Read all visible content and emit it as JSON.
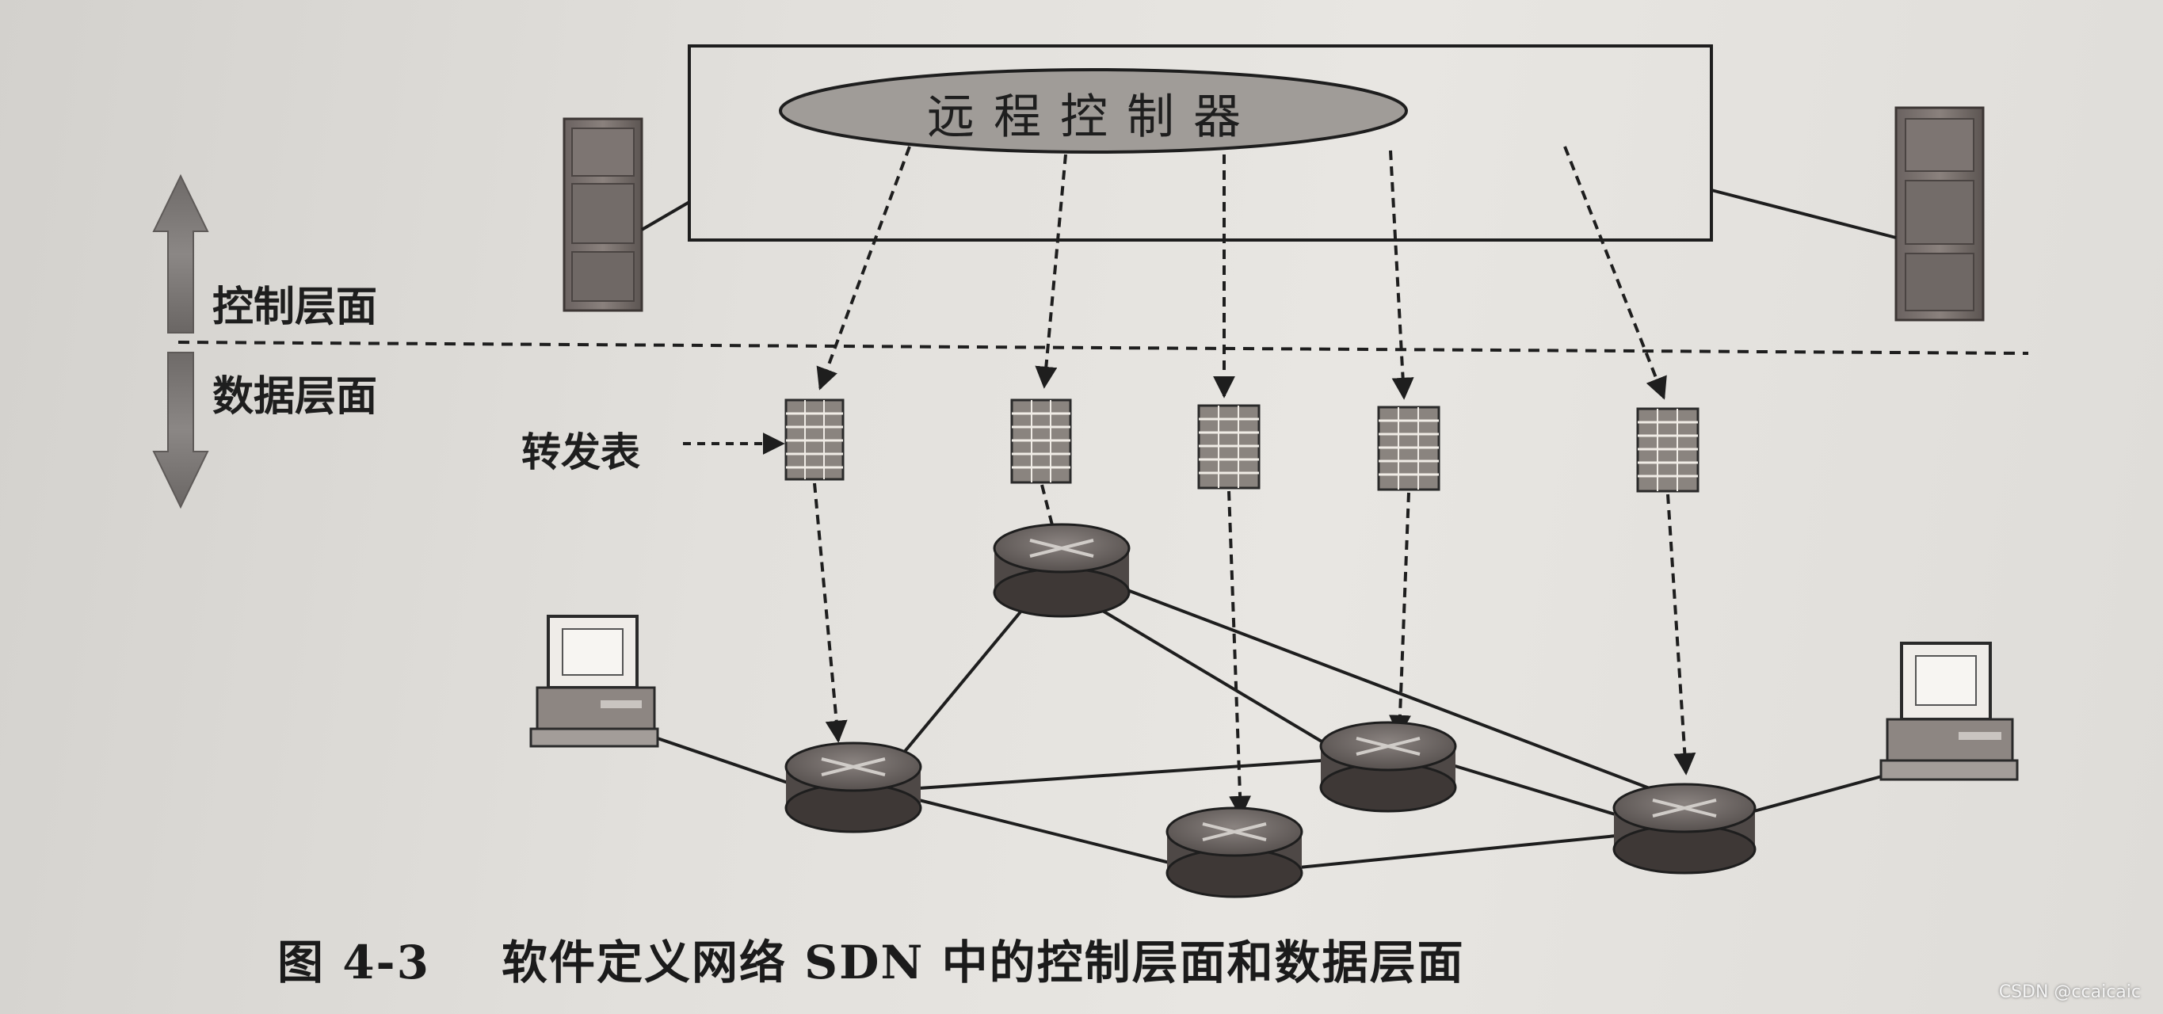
{
  "diagram": {
    "controller_label": "远程控制器",
    "control_plane_label": "控制层面",
    "data_plane_label": "数据层面",
    "forwarding_table_label": "转发表"
  },
  "caption": {
    "number": "图 4-3",
    "title": "软件定义网络 SDN 中的控制层面和数据层面"
  },
  "watermark": "CSDN @ccaicaic"
}
